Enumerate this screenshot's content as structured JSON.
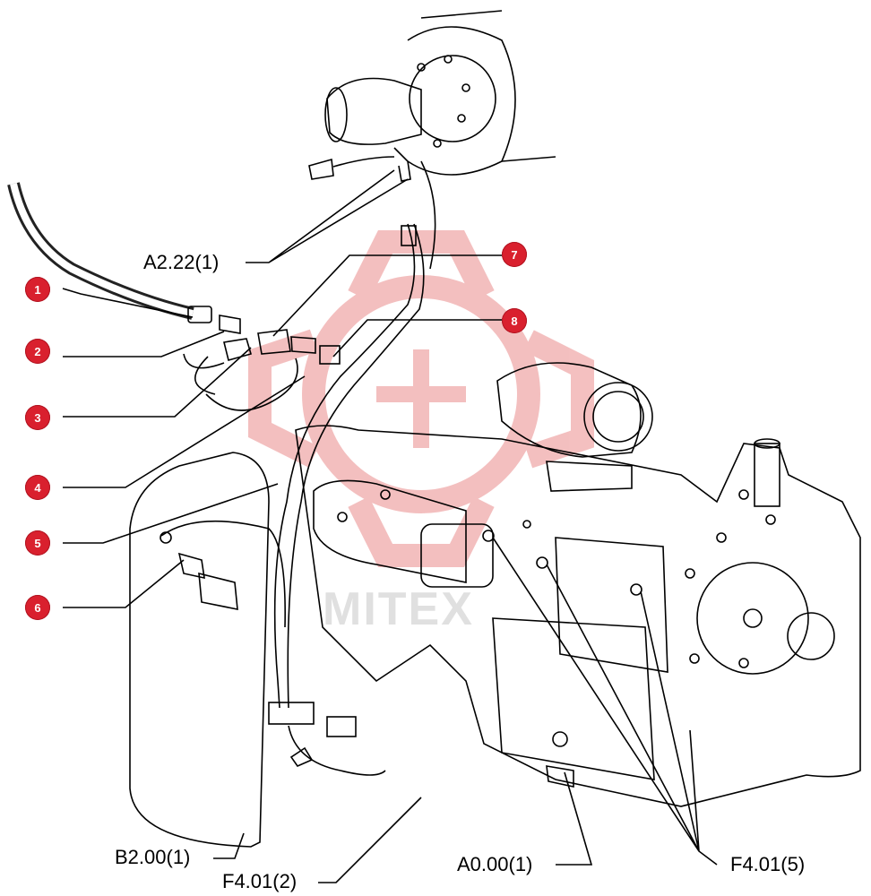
{
  "diagram": {
    "callouts": [
      "1",
      "2",
      "3",
      "4",
      "5",
      "6",
      "7",
      "8"
    ],
    "references": {
      "a222": "A2.22(1)",
      "b200": "B2.00(1)",
      "f401_2": "F4.01(2)",
      "a000": "A0.00(1)",
      "f401_5": "F4.01(5)"
    },
    "watermark": "MITEX",
    "colors": {
      "callout": "#d9202e",
      "line": "#000000",
      "watermark": "#f2b5b5"
    }
  }
}
